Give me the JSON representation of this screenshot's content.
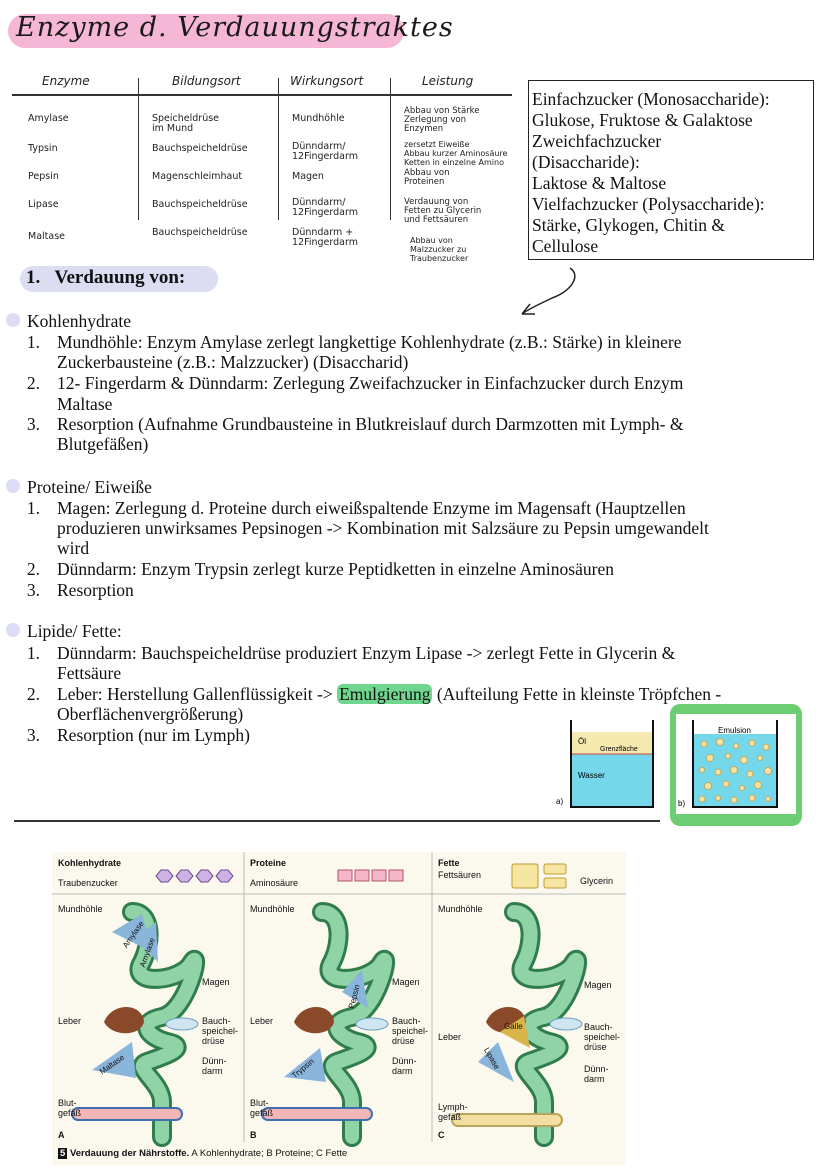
{
  "title": "Enzyme d. Verdauungstraktes",
  "table": {
    "headers": [
      "Enzyme",
      "Bildungsort",
      "Wirkungsort",
      "Leistung"
    ],
    "rows": [
      [
        "Amylase",
        "Speicheldrüse\nim Mund",
        "Mundhöhle",
        "Abbau von Stärke\nZerlegung von\nEnzymen"
      ],
      [
        "Typsin",
        "Bauchspeicheldrüse",
        "Dünndarm/\n12Fingerdarm",
        "zersetzt Eiweiße\nAbbau kurzer Aminosäure\nKetten in einzelne Amino"
      ],
      [
        "Pepsin",
        "Magenschleimhaut",
        "Magen",
        "Abbau von\nProteinen"
      ],
      [
        "Lipase",
        "Bauchspeicheldrüse",
        "Dünndarm/\n12Fingerdarm",
        "Verdauung von\nFetten zu Glycerin\nund Fettsäuren"
      ],
      [
        "Maltase",
        "Bauchspeicheldrüse",
        "Dünndarm +\n12Fingerdarm",
        "Abbau von\nMalzzucker zu\nTraubenzucker"
      ]
    ]
  },
  "box_lines": [
    "Einfachzucker (Monosaccharide):",
    "Glukose, Fruktose & Galaktose",
    "Zweichfachzucker",
    "(Disaccharide):",
    "Laktose & Maltose",
    "Vielfachzucker (Polysaccharide):",
    "Stärke, Glykogen, Chitin &",
    "Cellulose"
  ],
  "section_heading": {
    "num": "1.",
    "label": "Verdauung von:"
  },
  "groups": [
    {
      "heading": "Kohlenhydrate",
      "items": [
        {
          "num": "1.",
          "lines": [
            "Mundhöhle: Enzym Amylase zerlegt langkettige Kohlenhydrate (z.B.: Stärke) in kleinere",
            "Zuckerbausteine (z.B.: Malzzucker) (Disaccharid)"
          ]
        },
        {
          "num": "2.",
          "lines": [
            "12- Fingerdarm & Dünndarm: Zerlegung Zweifachzucker in Einfachzucker durch Enzym",
            "Maltase"
          ]
        },
        {
          "num": "3.",
          "lines": [
            "Resorption (Aufnahme Grundbausteine in Blutkreislauf durch Darmzotten mit Lymph- &",
            "Blutgefäßen)"
          ]
        }
      ]
    },
    {
      "heading": "Proteine/ Eiweiße",
      "items": [
        {
          "num": "1.",
          "lines": [
            "Magen: Zerlegung d. Proteine durch eiweißspaltende Enzyme im Magensaft (Hauptzellen",
            "produzieren unwirksames Pepsinogen -> Kombination mit Salzsäure zu Pepsin umgewandelt",
            "wird"
          ]
        },
        {
          "num": "2.",
          "lines": [
            "Dünndarm: Enzym Trypsin zerlegt kurze Peptidketten in einzelne Aminosäuren"
          ]
        },
        {
          "num": "3.",
          "lines": [
            "Resorption"
          ]
        }
      ]
    },
    {
      "heading": "Lipide/ Fette:",
      "items": [
        {
          "num": "1.",
          "lines": [
            "Dünndarm: Bauchspeicheldrüse produziert Enzym Lipase -> zerlegt Fette in Glycerin &",
            "Fettsäure"
          ]
        },
        {
          "num": "2.",
          "pre": "Leber: Herstellung Gallenflüssigkeit -> ",
          "highlight": "Emulgierung",
          "post": " (Aufteilung Fette in kleinste Tröpfchen -",
          "lines": [
            "Oberflächenvergrößerung)"
          ]
        },
        {
          "num": "3.",
          "lines": [
            "Resorption (nur im Lymph)"
          ]
        }
      ]
    }
  ],
  "emulsion": {
    "a": {
      "oil": "Öl",
      "boundary": "Grenzfläche",
      "water": "Wasser",
      "tag": "a)"
    },
    "b": {
      "label": "Emulsion",
      "tag": "b)"
    }
  },
  "figure": {
    "panels": [
      {
        "head": "Kohlenhydrate",
        "unit": "Traubenzucker",
        "mouth": "Mundhöhle",
        "enzymes": [
          "Amylase",
          "Amylase",
          "Maltase"
        ],
        "vessel": [
          "Blut-",
          "gefäß"
        ],
        "letter": "A"
      },
      {
        "head": "Proteine",
        "unit": "Aminosäure",
        "mouth": "Mundhöhle",
        "enzymes": [
          "Pepsin",
          "Trypsin"
        ],
        "vessel": [
          "Blut-",
          "gefäß"
        ],
        "letter": "B"
      },
      {
        "head": "Fette",
        "unit": "Fettsäuren",
        "unit2": "Glycerin",
        "mouth": "Mundhöhle",
        "enzymes": [
          "Galle",
          "Lipase"
        ],
        "vessel": [
          "Lymph-",
          "gefäß"
        ],
        "letter": "C"
      }
    ],
    "labels": {
      "magen": "Magen",
      "leber": "Leber",
      "bauch": [
        "Bauch-",
        "speichel-",
        "drüse"
      ],
      "duenn": [
        "Dünn-",
        "darm"
      ]
    },
    "caption_num": "5",
    "caption_bold": "Verdauung der Nährstoffe.",
    "caption_rest": " A Kohlenhydrate; B Proteine; C Fette"
  },
  "colors": {
    "title_highlight": "#f6b7d6",
    "section_highlight": "#dcdcf2",
    "emulgierung_highlight": "#6fd68e",
    "emulsion_frame": "#6ccd72",
    "water": "#74d8ea",
    "oil": "#f6e9b0",
    "gut": "#2e7d4a",
    "enzyme": "#8ab5da"
  }
}
